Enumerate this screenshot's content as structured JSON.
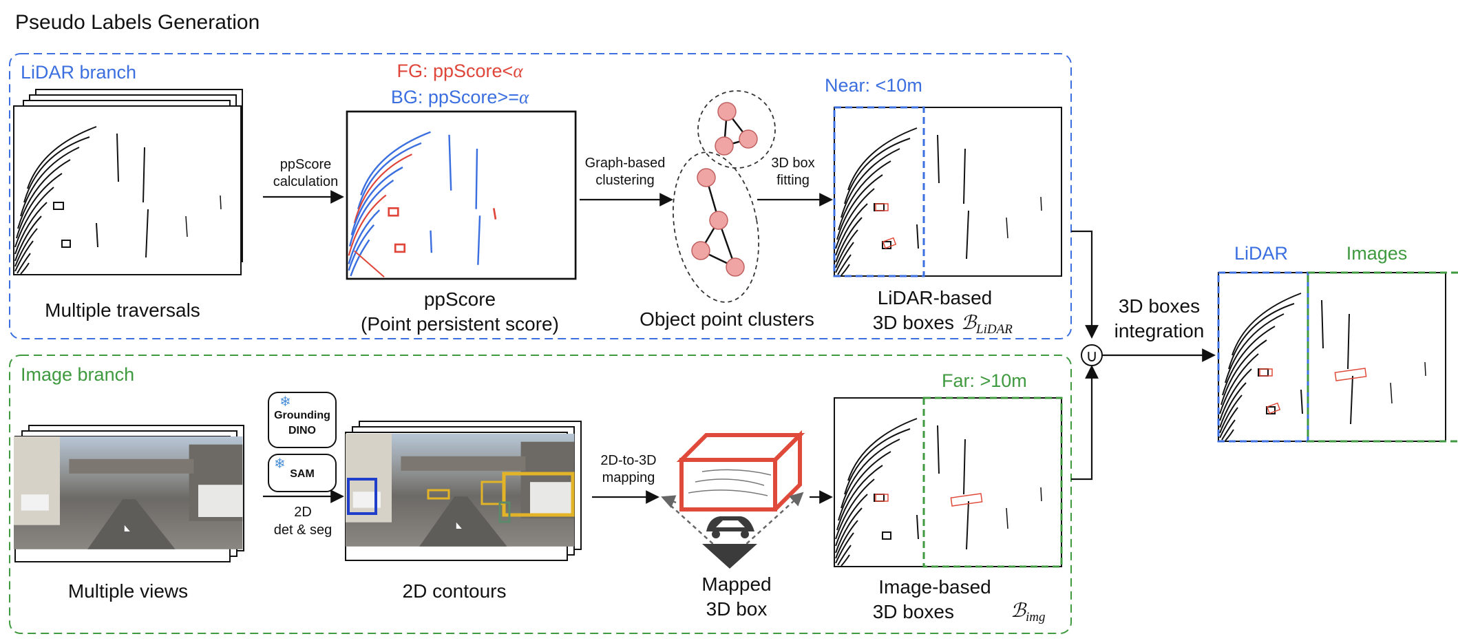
{
  "title": "Pseudo Labels Generation",
  "colors": {
    "lidar": "#3b6fe0",
    "image": "#3f9a3f",
    "fg": "#e0453a",
    "point_node": "#f0a5a5",
    "box": "#e04a3a",
    "det_blue": "#1f3ec9",
    "det_yellow": "#e3b428",
    "det_green": "#5a8a6a"
  },
  "lidar_branch": {
    "label": "LiDAR branch",
    "traversals_caption": "Multiple traversals",
    "step1_line1": "ppScore",
    "step1_line2": "calculation",
    "fg_text": "FG: ppScore<",
    "bg_text": "BG: ppScore>=",
    "alpha": "α",
    "ppscore_line1": "ppScore",
    "ppscore_line2": "(Point persistent score)",
    "step2_line1": "Graph-based",
    "step2_line2": "clustering",
    "clusters_caption": "Object point clusters",
    "step3_line1": "3D box",
    "step3_line2": "fitting",
    "near_label": "Near: <10m",
    "result_line1": "LiDAR-based",
    "result_line2": "3D boxes",
    "result_symbol": "ℬ",
    "result_sub": "LiDAR"
  },
  "image_branch": {
    "label": "Image branch",
    "views_caption": "Multiple views",
    "model1_line1": "Grounding",
    "model1_line2": "DINO",
    "model2": "SAM",
    "snowflake": "❄",
    "step1_line1": "2D",
    "step1_line2": "det & seg",
    "contours_caption": "2D contours",
    "step2_line1": "2D-to-3D",
    "step2_line2": "mapping",
    "mapped_line1": "Mapped",
    "mapped_line2": "3D box",
    "far_label": "Far: >10m",
    "result_line1": "Image-based",
    "result_line2": "3D boxes",
    "result_symbol": "ℬ",
    "result_sub": "img"
  },
  "integration": {
    "union_symbol": "∪",
    "line1": "3D boxes",
    "line2": "integration",
    "lidar_label": "LiDAR",
    "images_label": "Images"
  }
}
